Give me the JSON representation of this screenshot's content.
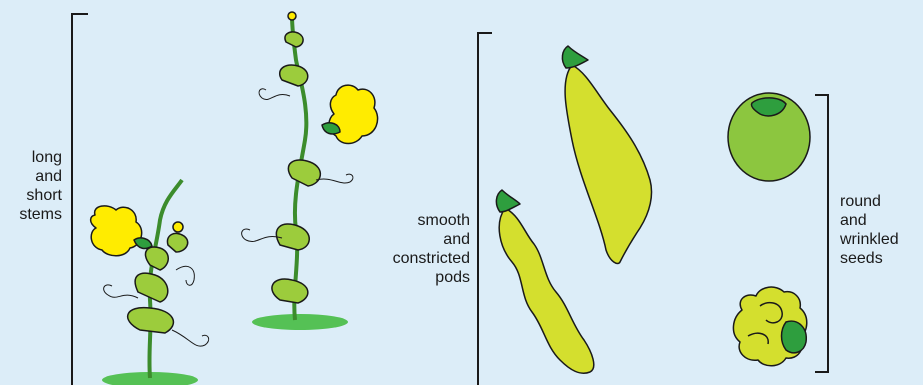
{
  "labels": {
    "stems": [
      "long",
      "and",
      "short",
      "stems"
    ],
    "pods": [
      "smooth",
      "and",
      "constricted",
      "pods"
    ],
    "seeds": [
      "round",
      "and",
      "wrinkled",
      "seeds"
    ]
  },
  "colors": {
    "background": "#dcedf8",
    "leaf_green": "#9ccc3c",
    "pod_yellow": "#d4df2e",
    "flower_yellow": "#ffec00",
    "seed_green": "#8cc63f",
    "dark_green": "#2e9e3e",
    "ground_green": "#55c155",
    "outline": "#1a1a1a"
  }
}
